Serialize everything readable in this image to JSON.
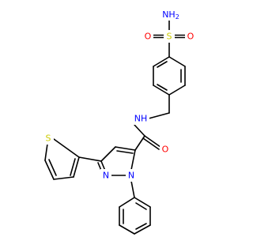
{
  "molecule": {
    "atoms": {
      "nh2": {
        "text": "NH",
        "sub": "2",
        "color": "#0000FF"
      },
      "s_sulfonyl": {
        "text": "S",
        "color": "#CCCC00"
      },
      "o_left": {
        "text": "O",
        "color": "#FF0000"
      },
      "o_right": {
        "text": "O",
        "color": "#FF0000"
      },
      "nh_amide": {
        "text": "NH",
        "color": "#0000FF"
      },
      "o_carbonyl": {
        "text": "O",
        "color": "#FF0000"
      },
      "s_thiophene": {
        "text": "S",
        "color": "#CCCC00"
      },
      "n_pyrazole_2": {
        "text": "N",
        "color": "#0000FF"
      },
      "n_pyrazole_1": {
        "text": "N",
        "color": "#0000FF"
      }
    },
    "bond_color": "#000000"
  }
}
